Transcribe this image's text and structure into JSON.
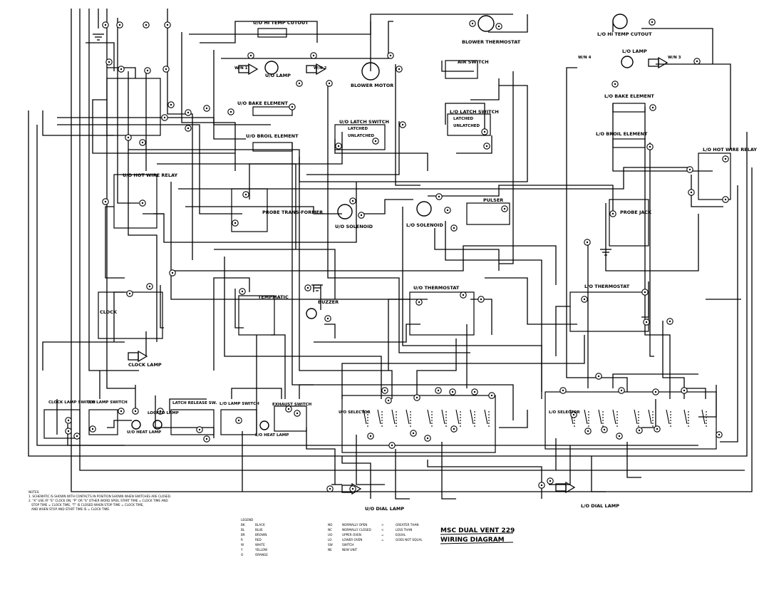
{
  "diagram": {
    "title_line1": "MSC DUAL VENT 229",
    "title_line2": "WIRING DIAGRAM",
    "labels": {
      "uo_hi_temp_cutout": "U/O HI TEMP CUTOUT",
      "lo_hi_temp_cutout": "L/O HI TEMP CUTOUT",
      "blower_thermostat": "BLOWER THERMOSTAT",
      "blower_motor": "BLOWER MOTOR",
      "air_switch": "AIR SWITCH",
      "uo_lamp": "U/O LAMP",
      "lo_lamp": "L/O LAMP",
      "uo_bake_element": "U/O BAKE ELEMENT",
      "uo_broil_element": "U/O BROIL ELEMENT",
      "lo_bake_element": "L/O BAKE ELEMENT",
      "lo_broil_element": "L/O BROIL ELEMENT",
      "uo_latch_switch": "U/O LATCH SWITCH",
      "lo_latch_switch": "L/O LATCH SWITCH",
      "uo_hot_wire_relay": "U/O HOT WIRE RELAY",
      "lo_hot_wire_relay": "L/O HOT WIRE RELAY",
      "probe_transformer": "PROBE TRANS-FORMER",
      "uo_solenoid": "U/O SOLENOID",
      "lo_solenoid": "L/O SOLENOID",
      "pulser": "PULSER",
      "probe_jack": "PROBE JACK",
      "clock": "CLOCK",
      "temp_matic": "TEMPMATIC",
      "buzzer": "BUZZER",
      "uo_thermostat": "U/O THERMOSTAT",
      "lo_thermostat": "L/O THERMOSTAT",
      "clock_lamp": "CLOCK LAMP",
      "clock_lamp_switch": "CLOCK LAMP SWITCH",
      "uo_lamp_switch": "U/O LAMP SWITCH",
      "lo_lamp_switch": "L/O LAMP SWITCH",
      "uo_heat_lamp": "U/O HEAT LAMP",
      "locked_lamp": "LOCKED LAMP",
      "latch_release_sw": "LATCH RELEASE SW.",
      "exhaust_switch": "EXHAUST SWITCH",
      "lo_heat_lamp": "L/O HEAT LAMP",
      "uo_selector": "U/O SELECTOR",
      "lo_selector": "L/O SELECTOR",
      "uo_dial_lamp": "U/O DIAL LAMP",
      "lo_dial_lamp": "L/O DIAL LAMP",
      "wn1": "W/N 1",
      "wn2": "W/N 2",
      "wn3": "W/N 3",
      "wn4": "W/N 4",
      "latched": "LATCHED",
      "unlatched": "UNLATCHED"
    },
    "notes": [
      "NOTES:",
      "1. SCHEMATIC IS SHOWN WITH CONTACTS IN POSITION SHOWN WHEN SWITCHES ARE CLOSED.",
      "2. \"X\" USE AT \"E\" CLOCK ON, \"P\" OR \"S\" OTHER WORD SPOIL START TIME = CLOCK TIME AND",
      "STOP TIME = CLOCK TIME, \"T\" IS CLOSED WHEN STOP TIME = CLOCK TIME,",
      "AND WHEN STOP AND START TIME IS = CLOCK TIME."
    ],
    "legend": [
      [
        "BK",
        "BLACK",
        "NO",
        "NORMALLY OPEN",
        ">",
        "GREATER THAN"
      ],
      [
        "BL",
        "BLUE",
        "NC",
        "NORMALLY CLOSED",
        "<",
        "LESS THAN"
      ],
      [
        "BR",
        "BROWN",
        "UO",
        "UPPER OVEN",
        "=",
        "EQUAL"
      ],
      [
        "R",
        "RED",
        "LO",
        "LOWER OVEN",
        "=",
        "GOES NOT EQUAL"
      ],
      [
        "W",
        "WHITE",
        "SW",
        "SWITCH",
        "",
        ""
      ],
      [
        "Y",
        "YELLOW",
        "NE",
        "NEW UNIT",
        "",
        ""
      ],
      [
        "O",
        "ORANGE",
        "",
        "",
        "",
        ""
      ]
    ]
  }
}
